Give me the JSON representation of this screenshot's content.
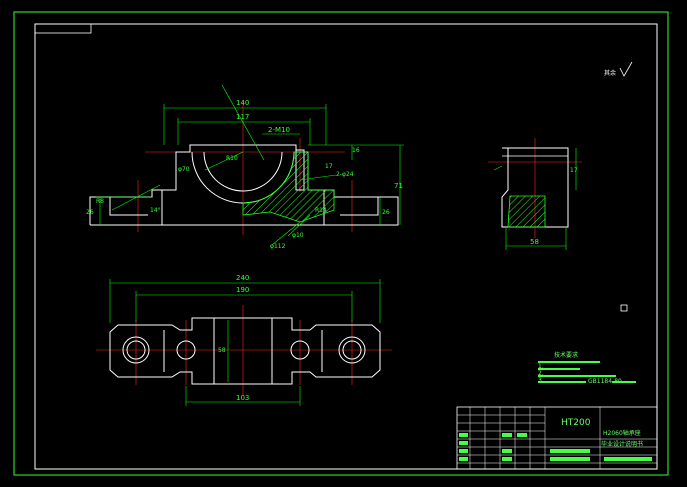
{
  "front_view": {
    "dims": {
      "d140": "140",
      "d117": "117",
      "d2m10": "2-M10",
      "dr10": "R10",
      "dphi70": "φ70",
      "d17": "17",
      "d2phi24": "2-φ24",
      "d16": "16",
      "d71": "71",
      "d26r": "26",
      "d26l": "26",
      "dr8": "R8",
      "d14deg": "14°",
      "dr14": "R14",
      "dphi10": "φ10",
      "dphi112": "φ112"
    }
  },
  "side_view": {
    "dims": {
      "d17": "17",
      "d58": "58"
    }
  },
  "top_view": {
    "dims": {
      "d240": "240",
      "d190": "190",
      "d58": "58",
      "d103": "103"
    }
  },
  "roughness_note": "其余",
  "tech_req": {
    "title": "技术要求",
    "lines": [
      "1.",
      "2.",
      "3.",
      "GB1184-80"
    ]
  },
  "title_block": {
    "material": "HT200",
    "part_line1": "H2060轴承座",
    "part_line2": "毕业设计说明书"
  },
  "colors": {
    "frame": "#ffffff",
    "outline": "#ffffff",
    "dimension": "#00ff00",
    "center": "#ff2020",
    "hatch": "#22ff22"
  }
}
